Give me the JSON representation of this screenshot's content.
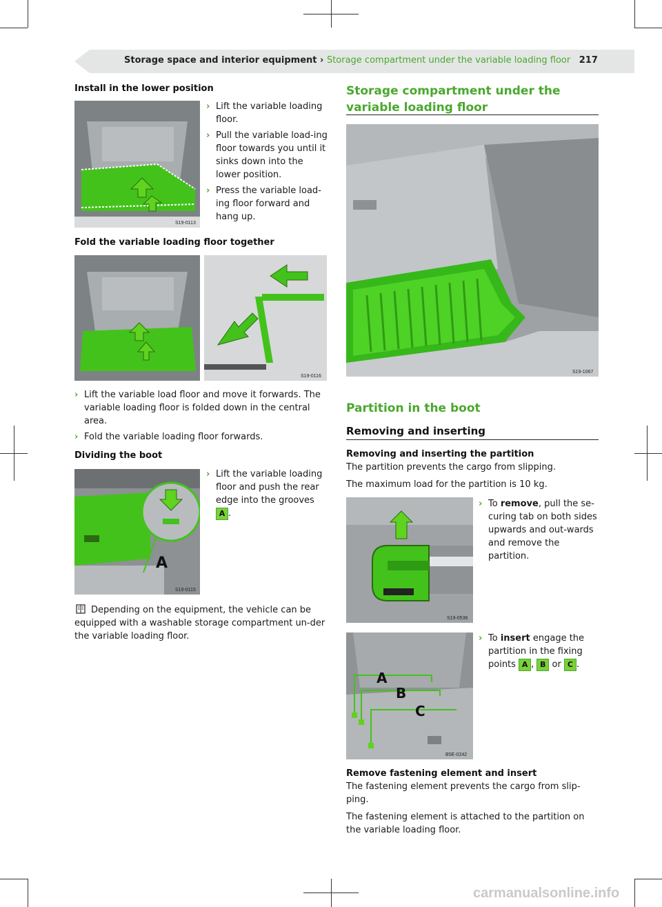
{
  "header": {
    "section": "Storage space and interior equipment",
    "separator": "›",
    "subsection": "Storage compartment under the variable loading floor",
    "page_number": "217"
  },
  "left": {
    "install_heading": "Install in the lower position",
    "install_steps": [
      "Lift the variable loading floor.",
      "Pull the variable load-ing floor towards you until it sinks down into the lower position.",
      "Press the variable load-ing floor forward and hang up."
    ],
    "fig1_code": "S19-0113",
    "fold_heading": "Fold the variable loading floor together",
    "fig2_code": "S19-0116",
    "fold_steps": [
      "Lift the variable load floor and move it forwards. The variable loading floor is folded down in the central area.",
      "Fold the variable loading floor forwards."
    ],
    "divide_heading": "Dividing the boot",
    "divide_step_text": "Lift the variable loading floor and push the rear edge into the grooves",
    "divide_key": "A",
    "divide_step_end": ".",
    "fig3_code": "S19-0115",
    "fig3_label": "A",
    "note_icon": "info-book-icon",
    "note_text": "Depending on the equipment, the vehicle can be equipped with a washable storage compartment un-der the variable loading floor."
  },
  "right": {
    "section_title": "Storage compartment under the variable loading floor",
    "fig4_code": "S19-1067",
    "partition_title": "Partition in the boot",
    "partition_subtitle": "Removing and inserting",
    "rm_heading": "Removing and inserting the partition",
    "rm_text1": "The partition prevents the cargo from slipping.",
    "rm_text2": "The maximum load for the partition is 10 kg.",
    "remove_prefix": "To",
    "remove_bold": "remove",
    "remove_rest": ", pull the se-curing tab on both sides upwards and out-wards and remove the partition.",
    "fig5_code": "S19-0536",
    "insert_prefix": "To",
    "insert_bold": "insert",
    "insert_rest": "engage the partition in the fixing points",
    "insert_keys": [
      "A",
      "B",
      "C"
    ],
    "insert_sep1": ",",
    "insert_sep2": "or",
    "insert_end": ".",
    "fig6_code": "B5E-0242",
    "fig6_labels": [
      "A",
      "B",
      "C"
    ],
    "fasten_heading": "Remove fastening element and insert",
    "fasten_text1": "The fastening element prevents the cargo from slip-ping.",
    "fasten_text2": "The fastening element is attached to the partition on the variable loading floor."
  },
  "watermark": "carmanualsonline.info",
  "colors": {
    "accent": "#4aa82e",
    "highlight": "#5fd31f",
    "header_bg": "#e4e6e5"
  }
}
